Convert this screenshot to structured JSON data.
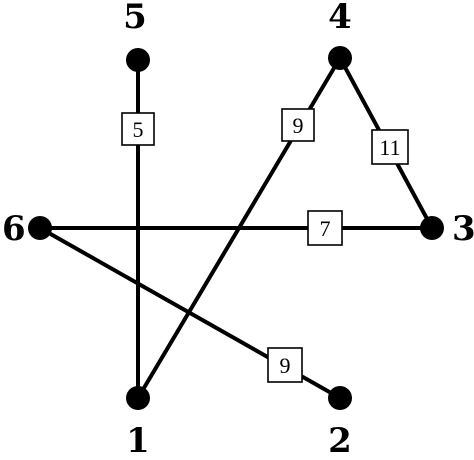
{
  "nodes": [
    {
      "id": "1",
      "label": "1"
    },
    {
      "id": "2",
      "label": "2"
    },
    {
      "id": "3",
      "label": "3"
    },
    {
      "id": "4",
      "label": "4"
    },
    {
      "id": "5",
      "label": "5"
    },
    {
      "id": "6",
      "label": "6"
    }
  ],
  "edges": [
    {
      "from": "1",
      "to": "5",
      "weight": "5"
    },
    {
      "from": "1",
      "to": "4",
      "weight": "9"
    },
    {
      "from": "4",
      "to": "3",
      "weight": "11"
    },
    {
      "from": "6",
      "to": "3",
      "weight": "7"
    },
    {
      "from": "6",
      "to": "2",
      "weight": "9"
    }
  ],
  "colors": {
    "ink": "#000000",
    "background": "#ffffff"
  }
}
